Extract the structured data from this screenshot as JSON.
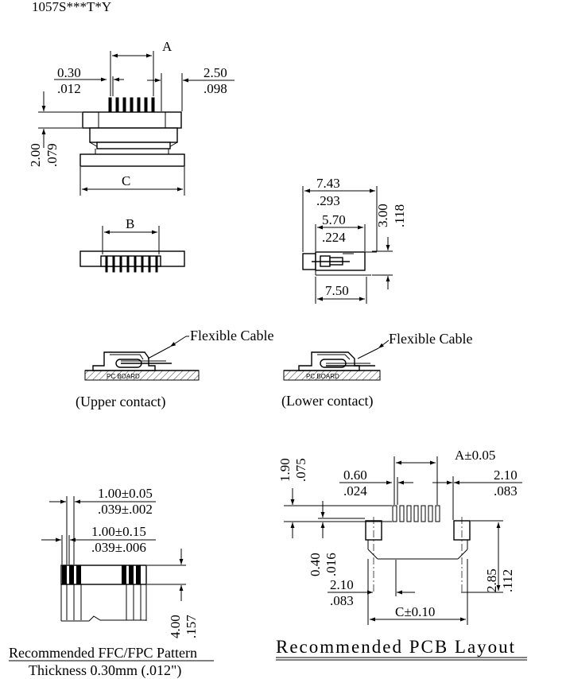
{
  "part_number": "1057S***T*Y",
  "top_view": {
    "dim_a": "A",
    "pitch_mm": "0.30",
    "pitch_in": ".012",
    "side_mm": "2.50",
    "side_in": ".098",
    "height_mm": "2.00",
    "height_in": ".079",
    "dim_c": "C"
  },
  "bottom_view": {
    "dim_b": "B"
  },
  "side_view": {
    "depth_mm": "7.43",
    "depth_in": ".293",
    "inner_mm": "5.70",
    "inner_in": ".224",
    "base_mm": "7.50",
    "height_mm": "3.00",
    "height_in": ".118"
  },
  "mounting": {
    "cable_label_upper": "Flexible Cable",
    "cable_label_lower": "Flexible Cable",
    "board_label": "PC BOARD",
    "upper_caption": "(Upper contact)",
    "lower_caption": "(Lower contact)"
  },
  "ffc_pattern": {
    "pitch_mm": "1.00±0.05",
    "pitch_in": ".039±.002",
    "width_mm": "1.00±0.15",
    "width_in": ".039±.006",
    "length_mm": "4.00",
    "length_in": ".157",
    "title": "Recommended FFC/FPC Pattern",
    "thickness": "Thickness 0.30mm (.012\")"
  },
  "pcb_layout": {
    "pad_len_mm": "1.90",
    "pad_len_in": ".075",
    "pad_w_mm": "0.60",
    "pad_w_in": ".024",
    "dim_a": "A±0.05",
    "side_mm": "2.10",
    "side_in": ".083",
    "gap_mm": "0.40",
    "gap_in": ".016",
    "mount_mm": "2.10",
    "mount_in": ".083",
    "height_mm": "2.85",
    "height_in": ".112",
    "dim_c": "C±0.10",
    "title": "Recommended PCB Layout"
  }
}
